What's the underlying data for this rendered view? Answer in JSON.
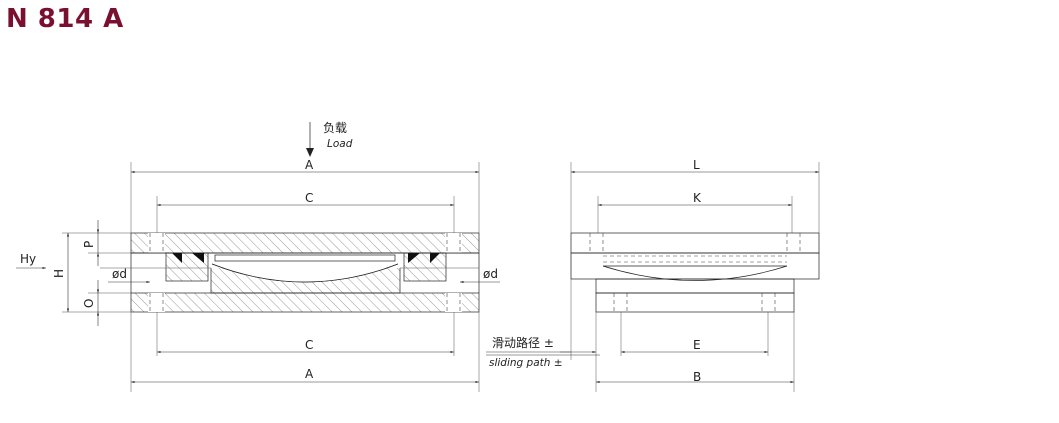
{
  "title": "N 814 A",
  "load": {
    "cn": "负载",
    "en": "Load"
  },
  "sliding": {
    "cn": "滑动路径 ±",
    "en": "sliding path ±"
  },
  "dims": {
    "A_top": "A",
    "C_top": "C",
    "C_bot": "C",
    "A_bot": "A",
    "L": "L",
    "K": "K",
    "E": "E",
    "B": "B",
    "P": "P",
    "H": "H",
    "O": "O",
    "Hy": "Hy",
    "d_left": "ød",
    "d_right": "ød"
  }
}
